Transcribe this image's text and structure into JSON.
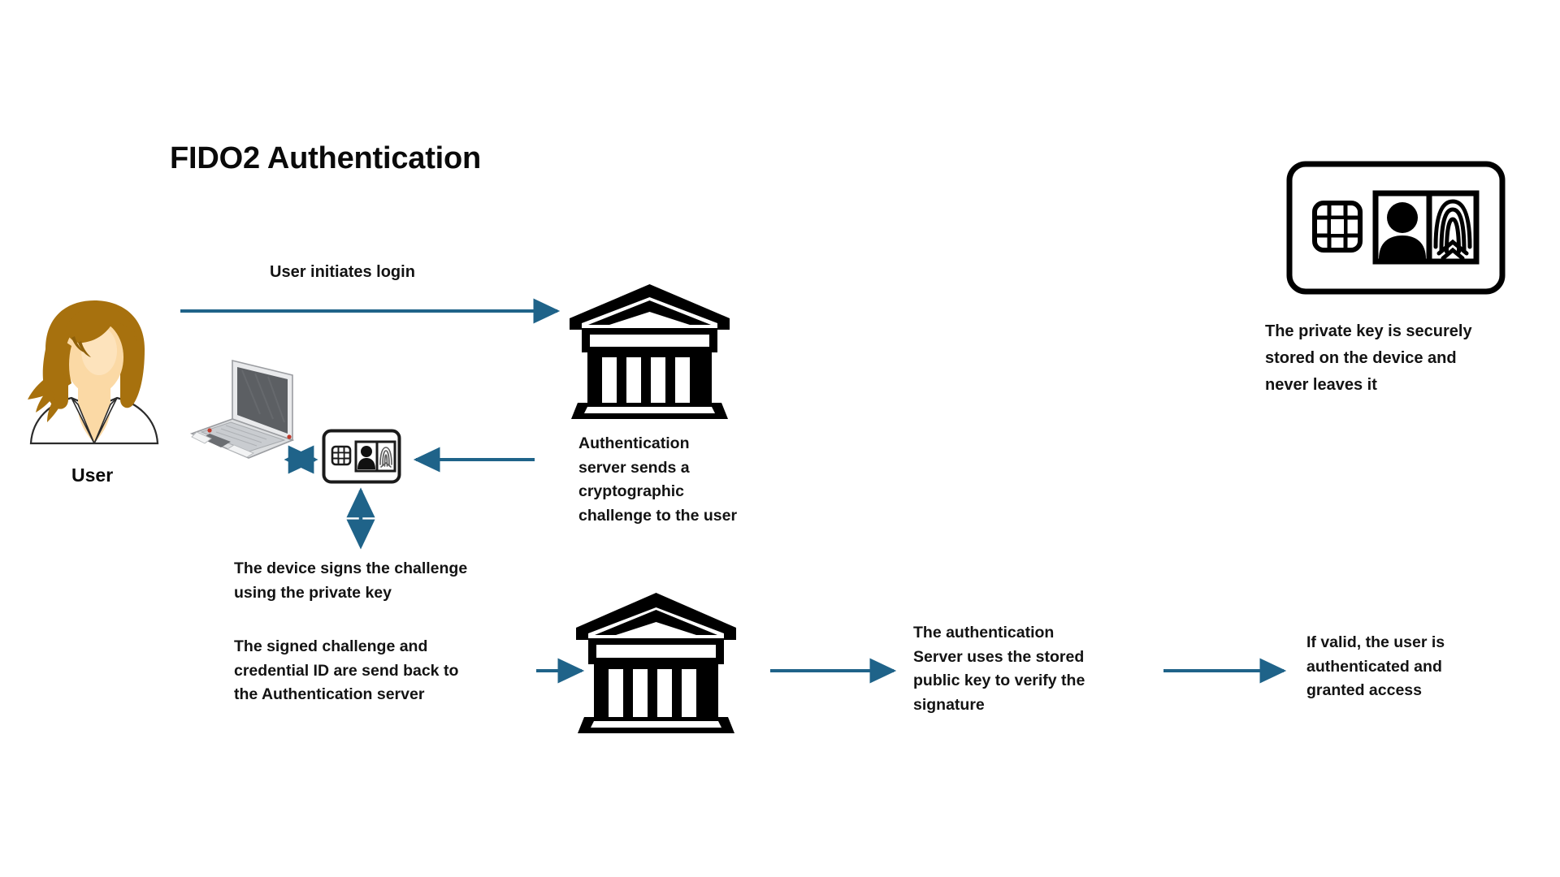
{
  "diagram": {
    "title": "FIDO2 Authentication",
    "background_color": "#ffffff",
    "arrow_color": "#1f6389",
    "text_color": "#131313",
    "icon_color": "#000000"
  },
  "actors": {
    "user_label": "User",
    "user_avatar_icon": "woman-avatar-icon",
    "user_hair_color": "#a7710e",
    "user_skin_color": "#fbd9a5",
    "laptop_icon": "laptop-icon",
    "authenticator_card_icon": "id-card-icon",
    "auth_server_icon": "bank-building-icon"
  },
  "steps": [
    {
      "id": "step-1",
      "label": "User initiates login",
      "arrow": "right"
    },
    {
      "id": "step-2",
      "label": "Authentication\nserver sends a\ncryptographic\nchallenge to the user",
      "arrow": "left"
    },
    {
      "id": "step-3",
      "label": "The device signs the challenge\nusing the private key",
      "arrow": "up-down"
    },
    {
      "id": "step-4",
      "label": "The signed challenge and\ncredential ID are send back to\nthe Authentication server",
      "arrow": "right"
    },
    {
      "id": "step-5",
      "label": "The authentication\nServer uses the stored\npublic key to verify the\nsignature",
      "arrow": "right"
    },
    {
      "id": "step-6",
      "label": "If valid, the user is\nauthenticated and\ngranted access",
      "arrow": "none"
    }
  ],
  "callout": {
    "icon": "id-card-icon",
    "text": "The private key is securely\nstored on the device and\nnever leaves it"
  }
}
